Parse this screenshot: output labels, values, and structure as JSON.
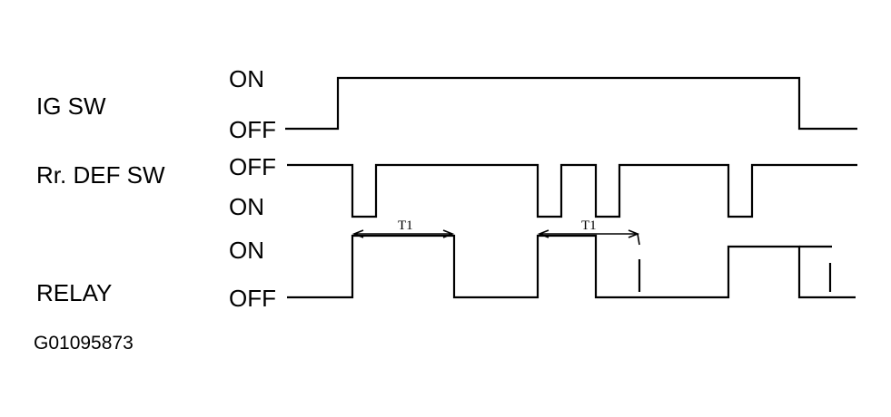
{
  "signals": [
    {
      "id": "ig",
      "name": "IG SW",
      "level_top": "ON",
      "level_bottom": "OFF"
    },
    {
      "id": "def",
      "name": "Rr. DEF SW",
      "level_top": "OFF",
      "level_bottom": "ON"
    },
    {
      "id": "relay",
      "name": "RELAY",
      "level_top": "ON",
      "level_bottom": "OFF"
    }
  ],
  "timing": {
    "interval_label_1": "T1",
    "interval_label_2": "T1"
  },
  "figure_id": "G01095873"
}
